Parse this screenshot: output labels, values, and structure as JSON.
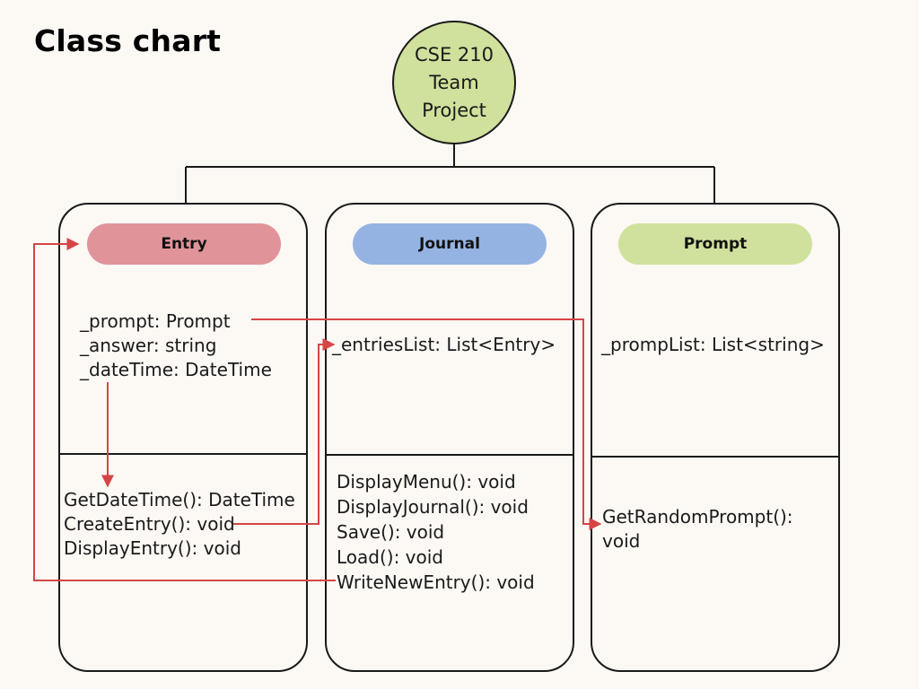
{
  "title": "Class chart",
  "root": {
    "lines": [
      "CSE 210",
      "Team",
      "Project"
    ],
    "fill": "#cfe19c"
  },
  "classes": [
    {
      "name": "Entry",
      "header_color": "#e0949a",
      "attributes": [
        "_prompt: Prompt",
        "_answer: string",
        "_dateTime: DateTime"
      ],
      "methods": [
        "GetDateTime(): DateTime",
        "CreateEntry(): void",
        "DisplayEntry(): void"
      ]
    },
    {
      "name": "Journal",
      "header_color": "#95b3e2",
      "attributes": [
        "_entriesList: List<Entry>"
      ],
      "methods": [
        "DisplayMenu(): void",
        "DisplayJournal(): void",
        "Save(): void",
        "Load(): void",
        "WriteNewEntry(): void"
      ]
    },
    {
      "name": "Prompt",
      "header_color": "#cfe19c",
      "attributes": [
        "_prompList: List<string>"
      ],
      "methods": [
        "GetRandomPrompt(): void"
      ]
    }
  ],
  "connector_color": "#d64545"
}
